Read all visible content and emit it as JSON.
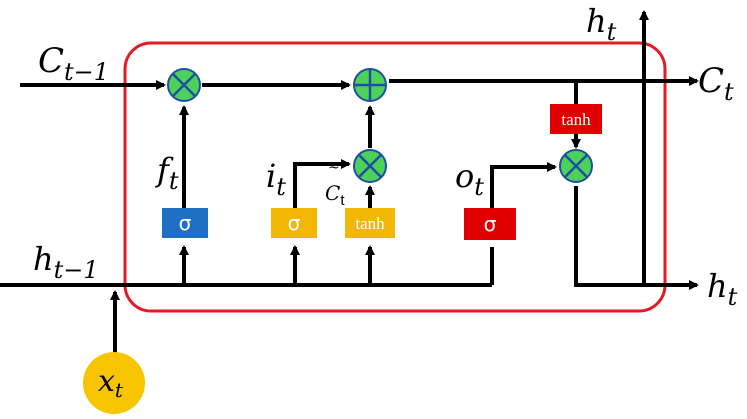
{
  "labels": {
    "c_prev": {
      "base": "C",
      "sub": "t−1"
    },
    "c_out": {
      "base": "C",
      "sub": "t"
    },
    "h_top": {
      "base": "h",
      "sub": "t"
    },
    "h_prev": {
      "base": "h",
      "sub": "t−1"
    },
    "h_out": {
      "base": "h",
      "sub": "t"
    },
    "x_in": {
      "base": "x",
      "sub": "t"
    },
    "f": {
      "base": "f",
      "sub": "t"
    },
    "i": {
      "base": "i",
      "sub": "t"
    },
    "o": {
      "base": "o",
      "sub": "t"
    },
    "c_tilde": {
      "base": "C",
      "sub": "t",
      "accent": "~"
    }
  },
  "gates": {
    "forget_sigma": "σ",
    "input_sigma": "σ",
    "candidate_tanh": "tanh",
    "output_sigma": "σ",
    "cell_tanh": "tanh"
  },
  "colors": {
    "cell_border": "#e31b23",
    "forget_gate": "#1f6fc5",
    "input_gates": "#f2b705",
    "output_gate": "#e00000",
    "cell_tanh": "#e00000",
    "operator_fill": "#4cd15a",
    "operator_stroke": "#1f4fa0",
    "input_node": "#f7c400"
  }
}
